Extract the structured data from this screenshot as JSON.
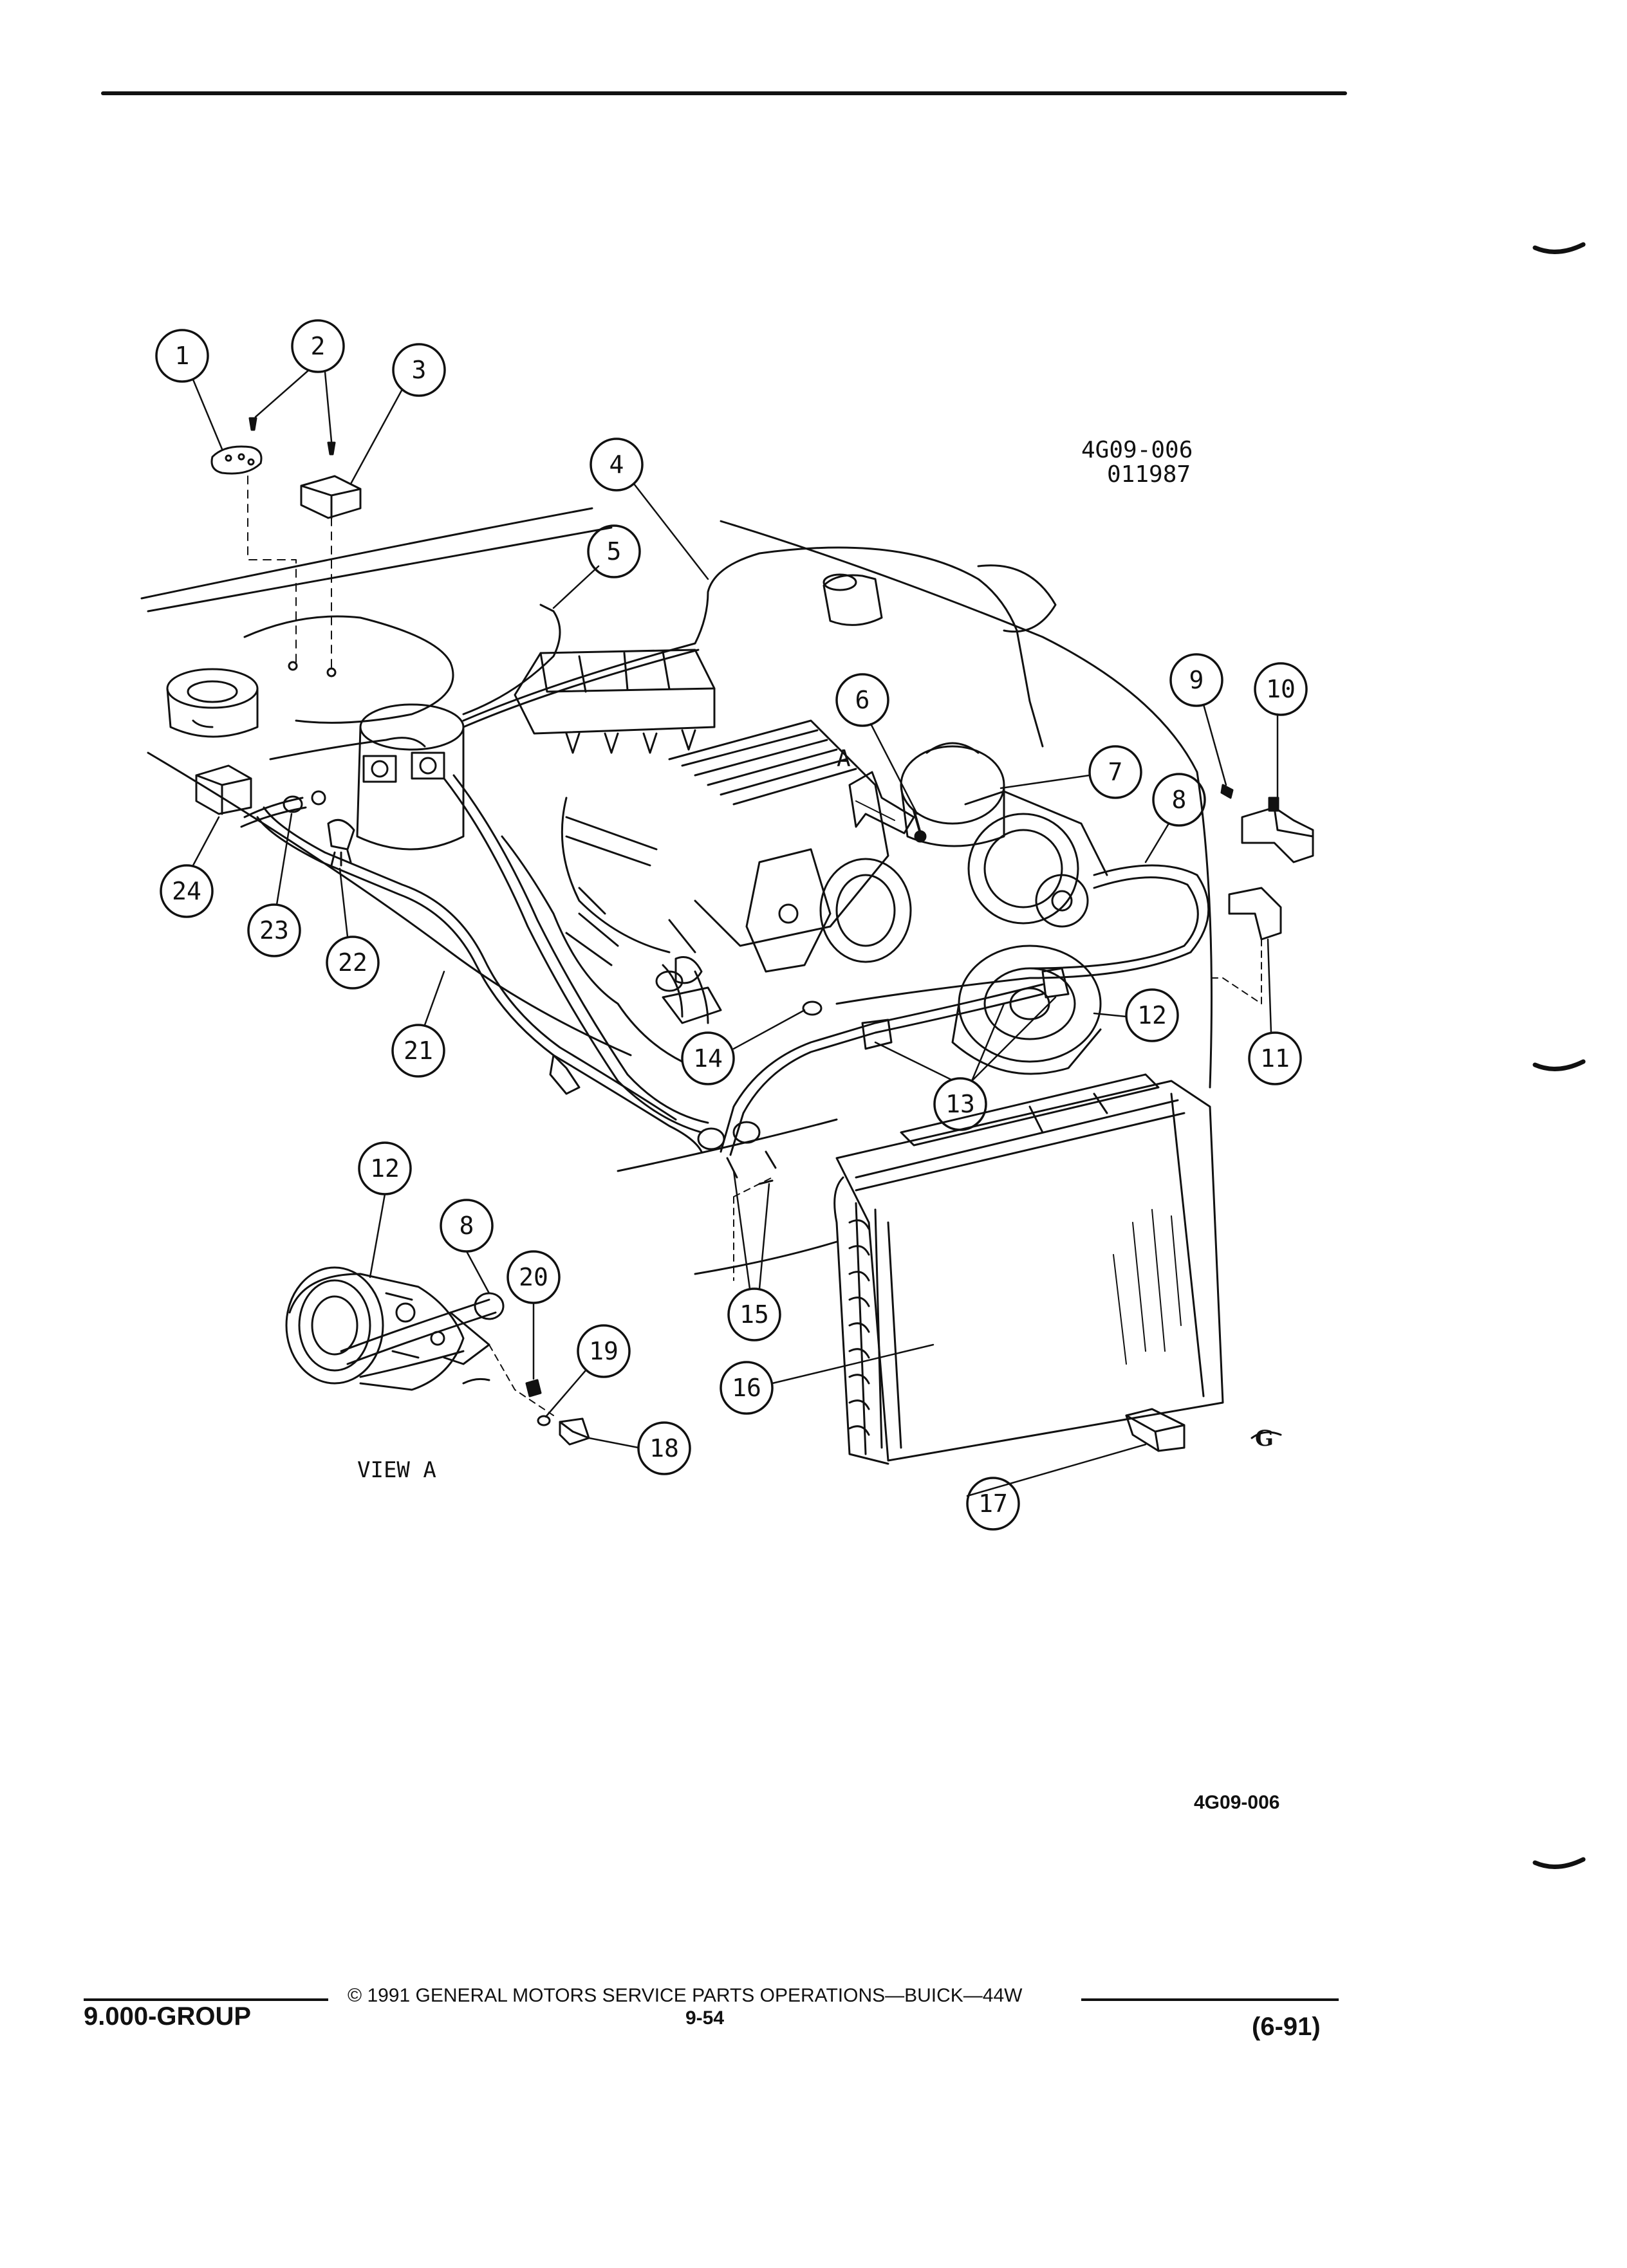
{
  "figure": {
    "ref_code": "4G09-006",
    "ref_date": "011987",
    "view_label": "VIEW A",
    "arrow_label": "A",
    "corner_mark": "G",
    "bottom_code": "4G09-006"
  },
  "callouts": [
    "1",
    "2",
    "3",
    "4",
    "5",
    "6",
    "7",
    "8",
    "9",
    "10",
    "11",
    "12",
    "12",
    "13",
    "14",
    "15",
    "16",
    "17",
    "18",
    "19",
    "20",
    "21",
    "22",
    "23",
    "24",
    "8"
  ],
  "footer": {
    "group": "9.000-GROUP",
    "copyright": "© 1991 GENERAL MOTORS SERVICE PARTS OPERATIONS—BUICK—44W",
    "page": "9-54",
    "revision": "(6-91)"
  }
}
